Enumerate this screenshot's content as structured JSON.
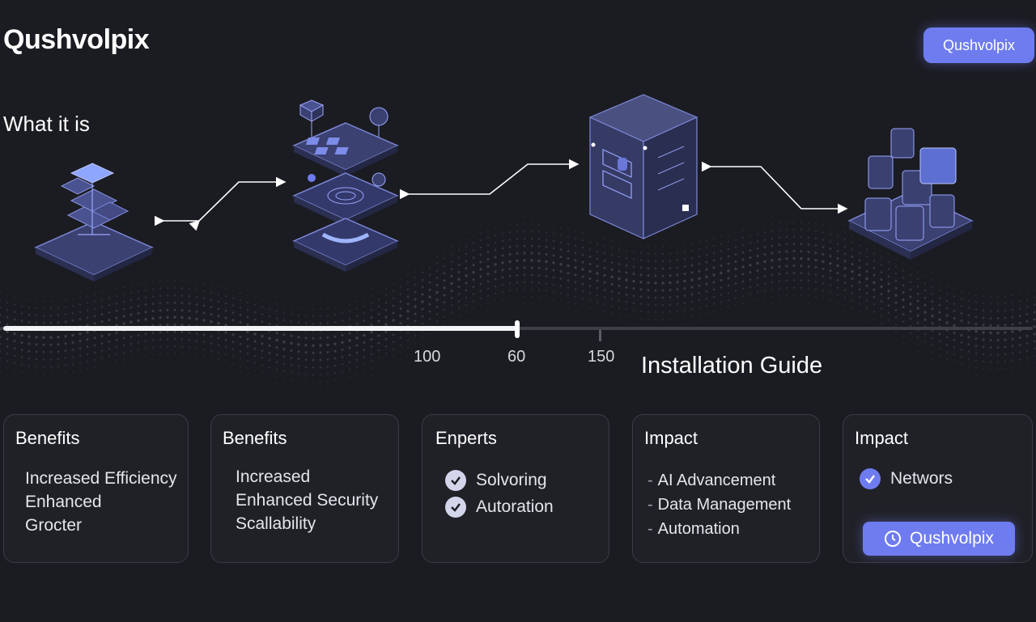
{
  "header": {
    "logo": "Qushvolpix",
    "top_button": "Qushvolpix"
  },
  "section_title": "What it is",
  "scale": {
    "progress_fraction": 0.5,
    "labels": [
      "100",
      "60",
      "150"
    ]
  },
  "install_title": "Installation Guide",
  "cards": [
    {
      "title": "Benefits",
      "items": [
        "Increased Efficiency",
        "Enhanced",
        "Grocter"
      ]
    },
    {
      "title": "Benefits",
      "items": [
        "Increased",
        "Enhanced Security",
        "Scallability"
      ]
    },
    {
      "title": "Enperts",
      "items": [
        "Solvoring",
        "Autoration"
      ]
    },
    {
      "title": "Impact",
      "items": [
        "AI Advancement",
        "Data Management",
        "Automation"
      ]
    },
    {
      "title": "Impact",
      "items": [
        "Networs"
      ],
      "button": "Qushvolpix"
    }
  ],
  "icons": [
    "server-stack-icon",
    "layered-chip-icon",
    "cube-processor-icon",
    "dashboard-devices-icon",
    "check-icon",
    "clock-icon"
  ],
  "colors": {
    "background": "#1b1c22",
    "accent": "#6f7cf0",
    "card_border": "#3a3c44"
  }
}
